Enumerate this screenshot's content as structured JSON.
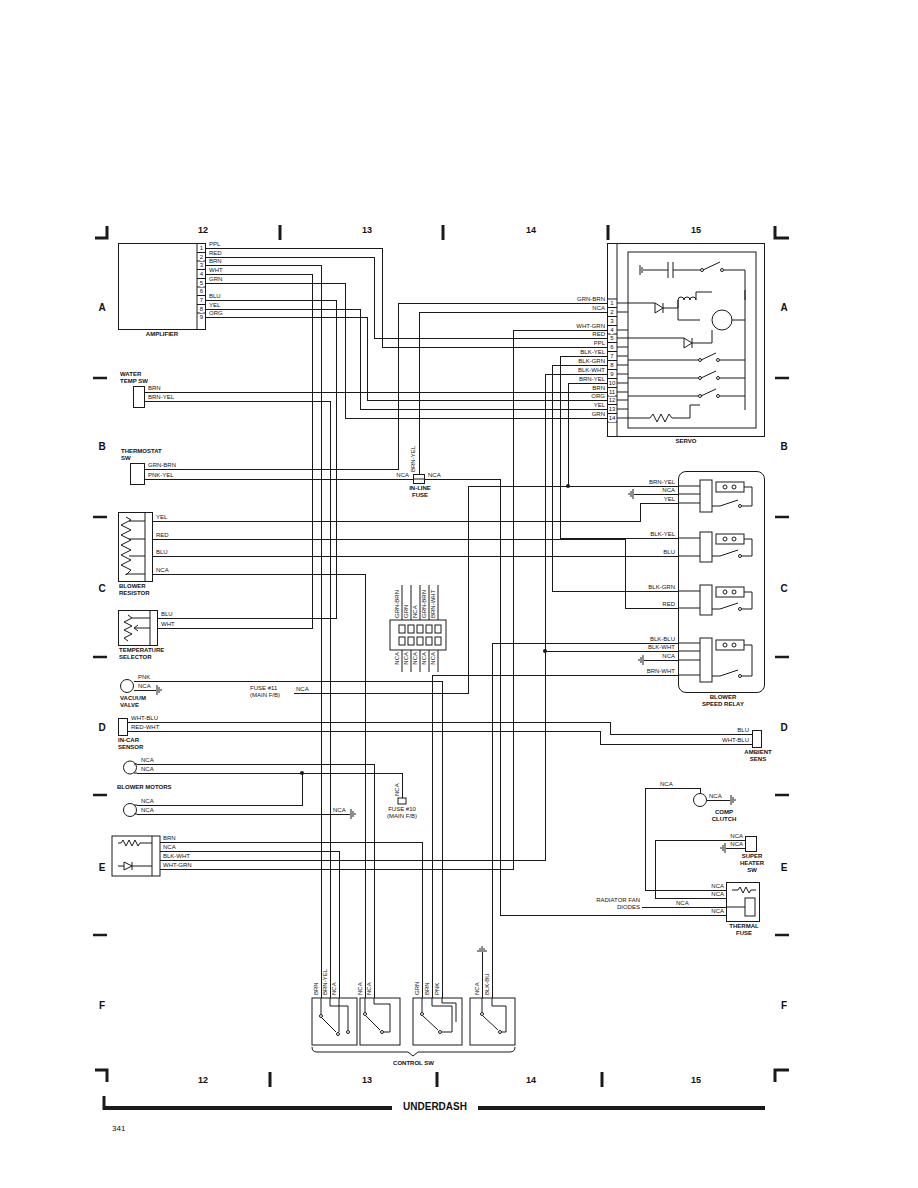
{
  "diagram": {
    "nodes": [
      {
        "text": [
          "AMPLIFIER"
        ]
      },
      {
        "text": [
          "WATER TEMP SW"
        ]
      },
      {
        "text": [
          "THERMOSTAT SW"
        ]
      },
      {
        "text": [
          "BLOWER RESISTOR"
        ]
      },
      {
        "text": [
          "TEMPERATURE SELECTOR"
        ]
      },
      {
        "text": [
          "VACUUM VALVE"
        ]
      },
      {
        "text": [
          "IN-CAR SENSOR"
        ]
      },
      {
        "text": [
          "BLOWER MOTORS"
        ]
      },
      {
        "text": [
          "SERVO"
        ]
      },
      {
        "text": [
          "IN-LINE FUSE"
        ]
      },
      {
        "text": [
          "BLOWER SPEED RELAY"
        ]
      },
      {
        "text": [
          "AMBIENT SENS"
        ]
      },
      {
        "text": [
          "COMP CLUTCH"
        ]
      },
      {
        "text": [
          "SUPER HEATER SW"
        ]
      },
      {
        "text": [
          "THERMAL FUSE"
        ]
      },
      {
        "text": [
          "CONTROL SW"
        ]
      }
    ],
    "edges": [
      {
        "from": 0,
        "to": 8,
        "arrow": "none"
      },
      {
        "from": 0,
        "to": 8,
        "arrow": "none"
      },
      {
        "from": 0,
        "to": 15,
        "arrow": "none"
      },
      {
        "from": 0,
        "to": 4,
        "arrow": "none"
      },
      {
        "from": 0,
        "to": 8,
        "arrow": "none"
      },
      {
        "from": 0,
        "to": 4,
        "arrow": "none"
      },
      {
        "from": 0,
        "to": 8,
        "arrow": "none"
      },
      {
        "from": 0,
        "to": 8,
        "arrow": "none"
      },
      {
        "from": 1,
        "to": 8,
        "arrow": "none"
      },
      {
        "from": 1,
        "to": 15,
        "arrow": "none"
      },
      {
        "from": 2,
        "to": 8,
        "arrow": "none"
      },
      {
        "from": 2,
        "to": 9,
        "arrow": "none"
      },
      {
        "from": 9,
        "to": 8,
        "arrow": "none"
      },
      {
        "from": 9,
        "to": 14,
        "arrow": "none"
      },
      {
        "from": 3,
        "to": 10,
        "arrow": "none"
      },
      {
        "from": 3,
        "to": 10,
        "arrow": "none"
      },
      {
        "from": 3,
        "to": 10,
        "arrow": "none"
      },
      {
        "from": 3,
        "to": 15,
        "arrow": "none"
      },
      {
        "from": 5,
        "to": 15,
        "arrow": "none"
      },
      {
        "from": 6,
        "to": 11,
        "arrow": "none"
      },
      {
        "from": 6,
        "to": 11,
        "arrow": "none"
      },
      {
        "from": 7,
        "to": 15,
        "arrow": "none"
      },
      {
        "from": 8,
        "to": 10,
        "arrow": "none"
      },
      {
        "from": 8,
        "to": 10,
        "arrow": "none"
      },
      {
        "from": 8,
        "to": 10,
        "arrow": "none"
      },
      {
        "from": 8,
        "to": 10,
        "arrow": "none"
      },
      {
        "from": 10,
        "to": 15,
        "arrow": "none"
      },
      {
        "from": 10,
        "to": 15,
        "arrow": "none"
      },
      {
        "from": 12,
        "to": 14,
        "arrow": "none"
      },
      {
        "from": 13,
        "to": 14,
        "arrow": "none"
      }
    ],
    "labels": [
      "12",
      "13",
      "14",
      "15",
      "A",
      "B",
      "C",
      "D",
      "E",
      "F",
      "A",
      "B",
      "C",
      "D",
      "E",
      "F",
      "12",
      "13",
      "14",
      "15",
      "UNDERDASH",
      "341",
      "1",
      "2",
      "3",
      "4",
      "5",
      "6",
      "7",
      "8",
      "9",
      "PPL",
      "RED",
      "BRN",
      "WHT",
      "GRN",
      "BLU",
      "YEL",
      "ORG",
      "BRN",
      "BRN-YEL",
      "GRN-BRN",
      "PNK-YEL",
      "NCA",
      "BRN-YEL",
      "NCA",
      "YEL",
      "RED",
      "BLU",
      "NCA",
      "BLU",
      "WHT",
      "PNK",
      "NCA",
      "FUSE #11 (MAIN F/B)",
      "NCA",
      "WHT-BLU",
      "RED-WHT",
      "NCA",
      "NCA",
      "NCA",
      "NCA",
      "NCA",
      "NCA",
      "FUSE #10 (MAIN F/B)",
      "BRN",
      "NCA",
      "BLK-WHT",
      "WHT-GRN",
      "GRN-BRN",
      "GRN",
      "NCA",
      "GRN-BRN",
      "BRN-WHT",
      "NCA",
      "NCA",
      "NCA",
      "NCA",
      "NCA",
      "1",
      "2",
      "3",
      "4",
      "5",
      "6",
      "7",
      "8",
      "9",
      "10",
      "11",
      "12",
      "13",
      "14",
      "GRN-BRN",
      "NCA",
      "WHT-GRN",
      "RED",
      "PPL",
      "BLK-YEL",
      "BLK-GRN",
      "BLK-WHT",
      "BRN-YEL",
      "BRN",
      "ORG",
      "YEL",
      "GRN",
      "BRN-YEL",
      "NCA",
      "YEL",
      "BLK-YEL",
      "BLU",
      "BLK-GRN",
      "RED",
      "BLK-BLU",
      "BLK-WHT",
      "NCA",
      "BRN-WHT",
      "BLU",
      "WHT-BLU",
      "NCA",
      "NCA",
      "NCA",
      "NCA",
      "RADIATOR FAN DIODES",
      "NCA",
      "NCA",
      "NCA",
      "NCA",
      "BRN",
      "BRN-YEL",
      "NCA",
      "NCA",
      "NCA",
      "GRN",
      "BRN",
      "PNK",
      "NCA",
      "BLK-BU"
    ]
  }
}
